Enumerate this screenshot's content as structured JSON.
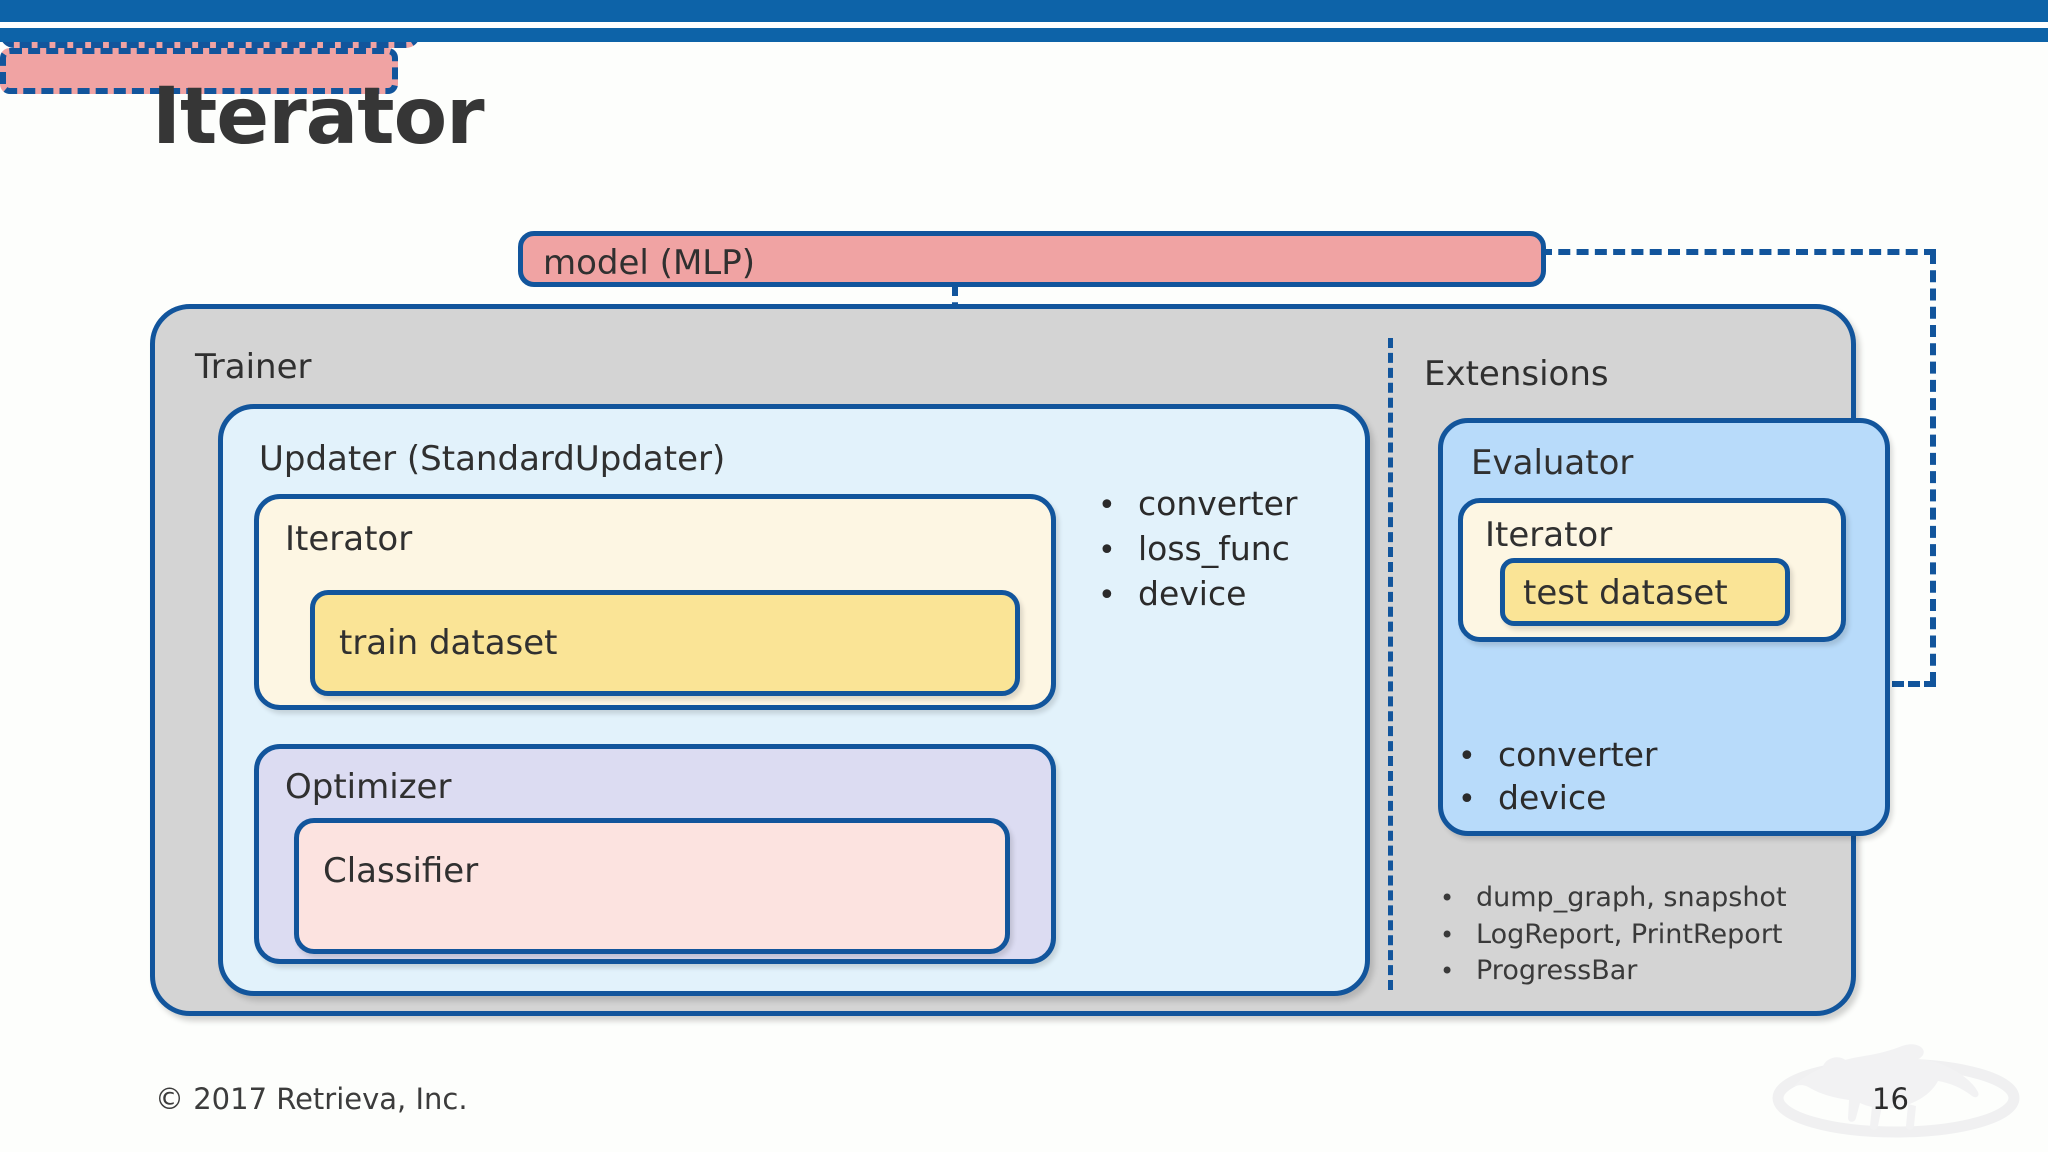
{
  "slide": {
    "title": "Iterator",
    "page_number": "16",
    "copyright": "© 2017 Retrieva, Inc.",
    "accent_color": "#0d63a8",
    "border_color": "#12559c"
  },
  "diagram": {
    "model_box": {
      "label": "model (MLP)",
      "color": "#f0a3a3"
    },
    "trainer": {
      "label": "Trainer",
      "color": "#d4d4d4",
      "updater": {
        "label": "Updater (StandardUpdater)",
        "color": "#e2f2fb",
        "iterator": {
          "label": "Iterator",
          "color": "#fdf6e3",
          "dataset": {
            "label": "train dataset",
            "color": "#fae496"
          }
        },
        "optimizer": {
          "label": "Optimizer",
          "color": "#dcdcf2",
          "classifier": {
            "label": "Classifier",
            "color": "#fce3e0",
            "model_ref": {
              "label": "",
              "color": "#f0a3a3"
            }
          }
        },
        "attributes": [
          "converter",
          "loss_func",
          "device"
        ]
      }
    },
    "extensions": {
      "label": "Extensions",
      "evaluator": {
        "label": "Evaluator",
        "color": "#b8dbfa",
        "iterator": {
          "label": "Iterator",
          "color": "#fdf6e3",
          "dataset": {
            "label": "test dataset",
            "color": "#fae496"
          }
        },
        "model_ref": {
          "label": "",
          "color": "#f0a3a3"
        },
        "attributes": [
          "converter",
          "device"
        ]
      },
      "items": [
        "dump_graph, snapshot",
        "LogReport, PrintReport",
        "ProgressBar"
      ]
    },
    "bullet_glyph": "•"
  }
}
